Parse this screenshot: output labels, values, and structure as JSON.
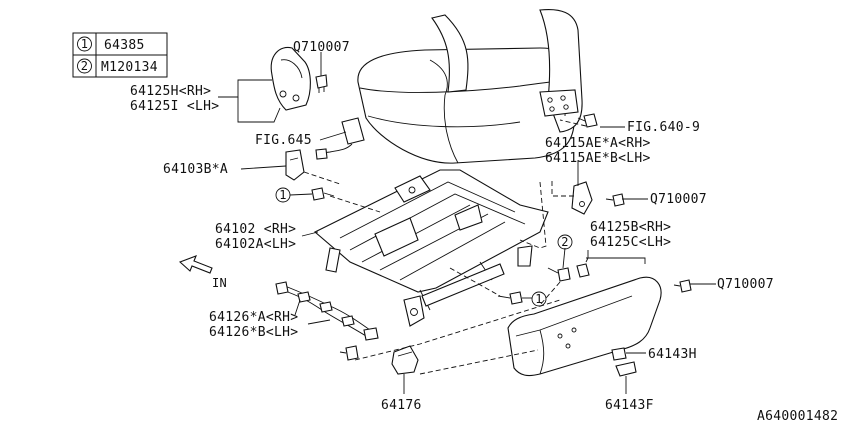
{
  "legend": [
    {
      "key": "1",
      "part": "64385"
    },
    {
      "key": "2",
      "part": "M120134"
    }
  ],
  "labels": {
    "q_top": "Q710007",
    "cover_rh": "64125H<RH>",
    "cover_lh": "64125I <LH>",
    "fig645": "FIG.645",
    "p64103b": "64103B*A",
    "fig640": "FIG.640-9",
    "ae_a": "64115AE*A<RH>",
    "ae_b": "64115AE*B<LH>",
    "q_mid": "Q710007",
    "frame_rh": "64102 <RH>",
    "frame_lh": "64102A<LH>",
    "c125b": "64125B<RH>",
    "c125c": "64125C<LH>",
    "q_right": "Q710007",
    "harn_a": "64126*A<RH>",
    "harn_b": "64126*B<LH>",
    "p64143h": "64143H",
    "p64176": "64176",
    "p64143f": "64143F",
    "in_arrow": "IN",
    "callout1": "1",
    "callout2": "2",
    "callout3": "1",
    "diagram_id": "A640001482"
  }
}
